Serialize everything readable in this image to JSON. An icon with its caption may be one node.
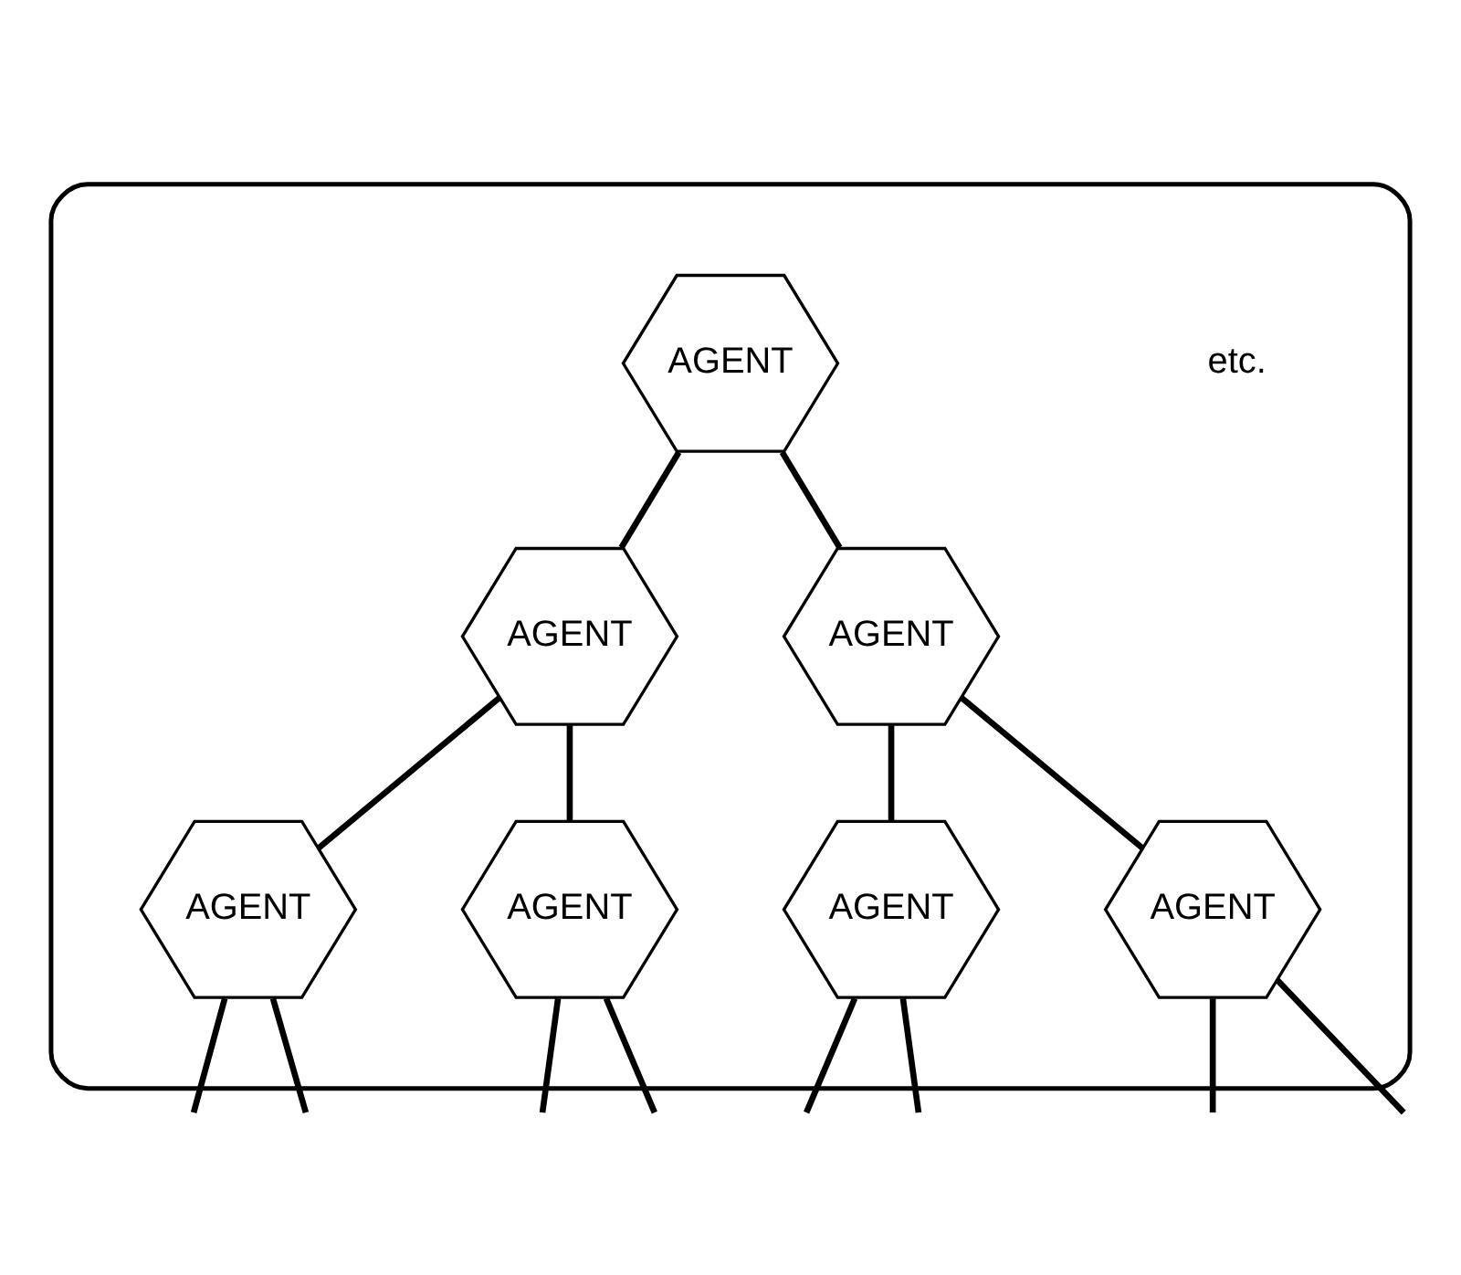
{
  "diagram": {
    "nodes": [
      {
        "text": [],
        "shape": "hexagon"
      },
      {
        "text": [
          "AGENT"
        ],
        "in": 0
      },
      {
        "text": [
          "AGENT"
        ],
        "in": 0
      },
      {
        "text": [
          "AGENT"
        ],
        "in": 0
      },
      {
        "text": [
          "AGENT"
        ],
        "in": 0
      },
      {
        "text": [
          "AGENT"
        ],
        "in": 0
      },
      {
        "text": [
          "AGENT"
        ],
        "in": 0
      },
      {
        "text": [
          "AGENT"
        ],
        "in": 0
      }
    ],
    "edges": [
      {
        "from": 1,
        "to": 2,
        "arrow": "none"
      },
      {
        "from": 1,
        "to": 3,
        "arrow": "none"
      },
      {
        "from": 2,
        "to": 4,
        "arrow": "none"
      },
      {
        "from": 2,
        "to": 5,
        "arrow": "none"
      },
      {
        "from": 3,
        "to": 6,
        "arrow": "none"
      },
      {
        "from": 3,
        "to": 7,
        "arrow": "none"
      },
      {
        "from": 4,
        "to": null,
        "arrow": "none"
      },
      {
        "from": 4,
        "to": null,
        "arrow": "none"
      },
      {
        "from": 5,
        "to": null,
        "arrow": "none"
      },
      {
        "from": 5,
        "to": null,
        "arrow": "none"
      },
      {
        "from": 6,
        "to": null,
        "arrow": "none"
      },
      {
        "from": 6,
        "to": null,
        "arrow": "none"
      },
      {
        "from": 7,
        "to": null,
        "arrow": "none"
      },
      {
        "from": 7,
        "to": null,
        "arrow": "none"
      }
    ],
    "labels": [
      "etc."
    ]
  }
}
